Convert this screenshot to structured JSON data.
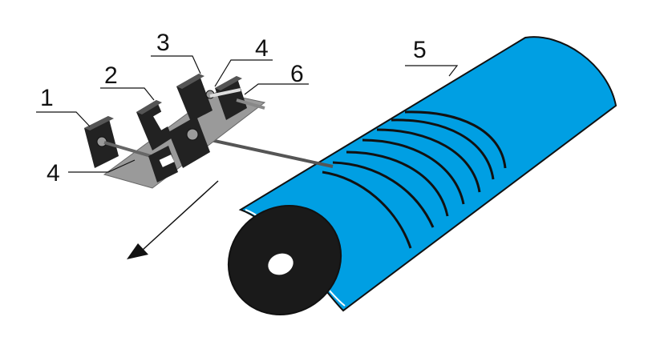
{
  "labels": {
    "l1": "1",
    "l2": "2",
    "l3": "3",
    "l4a": "4",
    "l4b": "4",
    "l5": "5",
    "l6": "6"
  },
  "colors": {
    "roll_blue": "#009fe3",
    "roll_end": "#1a1a1a",
    "part_dark": "#222222",
    "base_gray": "#9a9a9a",
    "background": "#ffffff"
  },
  "icons": {
    "direction_arrow": "arrow-down-left-icon"
  }
}
